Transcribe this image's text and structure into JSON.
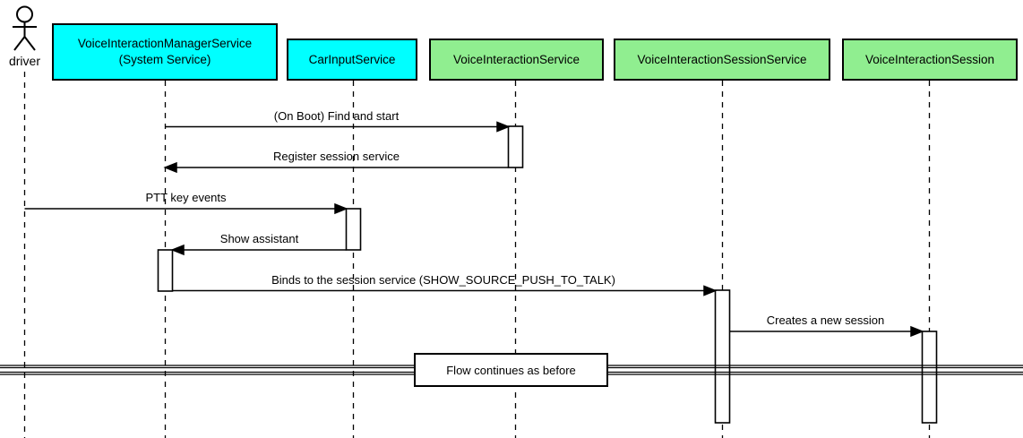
{
  "diagram": {
    "title": "Voice interaction session sequence diagram",
    "background_color": "#ffffff",
    "line_color": "#000000",
    "service_fill_cyan": "#00ffff",
    "service_fill_green": "#90ee90"
  },
  "actor": {
    "label": "driver"
  },
  "participants": [
    {
      "label": "VoiceInteractionManagerService\n(System Service)",
      "fill": "#00ffff"
    },
    {
      "label": "CarInputService",
      "fill": "#00ffff"
    },
    {
      "label": "VoiceInteractionService",
      "fill": "#90ee90"
    },
    {
      "label": "VoiceInteractionSessionService",
      "fill": "#90ee90"
    },
    {
      "label": "VoiceInteractionSession",
      "fill": "#90ee90"
    }
  ],
  "messages": [
    {
      "label": "(On Boot) Find and start",
      "from": "VoiceInteractionManagerService (System Service)",
      "to": "VoiceInteractionService",
      "direction": "right"
    },
    {
      "label": "Register session service",
      "from": "VoiceInteractionService",
      "to": "VoiceInteractionManagerService (System Service)",
      "direction": "left"
    },
    {
      "label": "PTT key events",
      "from": "driver",
      "to": "CarInputService",
      "direction": "right"
    },
    {
      "label": "Show assistant",
      "from": "CarInputService",
      "to": "VoiceInteractionManagerService (System Service)",
      "direction": "left"
    },
    {
      "label": "Binds to the session service (SHOW_SOURCE_PUSH_TO_TALK)",
      "from": "VoiceInteractionManagerService (System Service)",
      "to": "VoiceInteractionSessionService",
      "direction": "right"
    },
    {
      "label": "Creates a new session",
      "from": "VoiceInteractionSessionService",
      "to": "VoiceInteractionSession",
      "direction": "right"
    }
  ],
  "divider": {
    "label": "Flow continues as before"
  }
}
